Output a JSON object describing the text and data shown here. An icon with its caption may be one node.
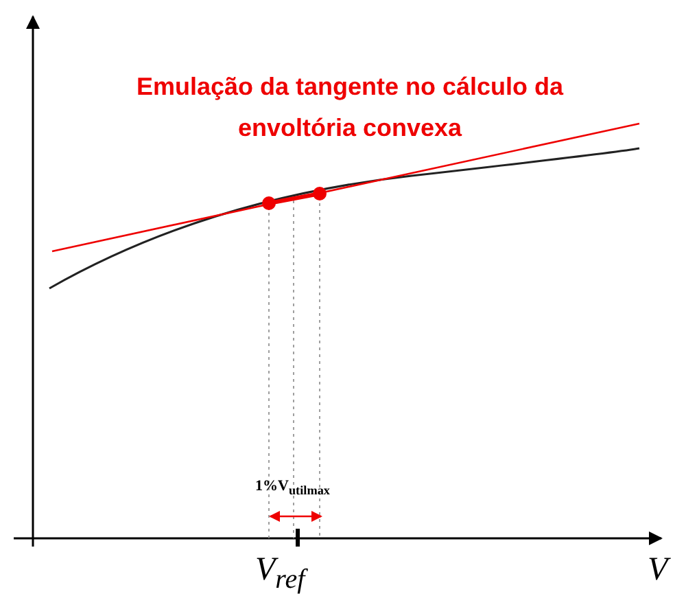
{
  "diagram": {
    "labels": [
      "Emulação da tangente no cálculo da envoltória convexa",
      "1%V$_{util}$$_{max}$",
      "V$_{ref}$",
      "V"
    ]
  }
}
